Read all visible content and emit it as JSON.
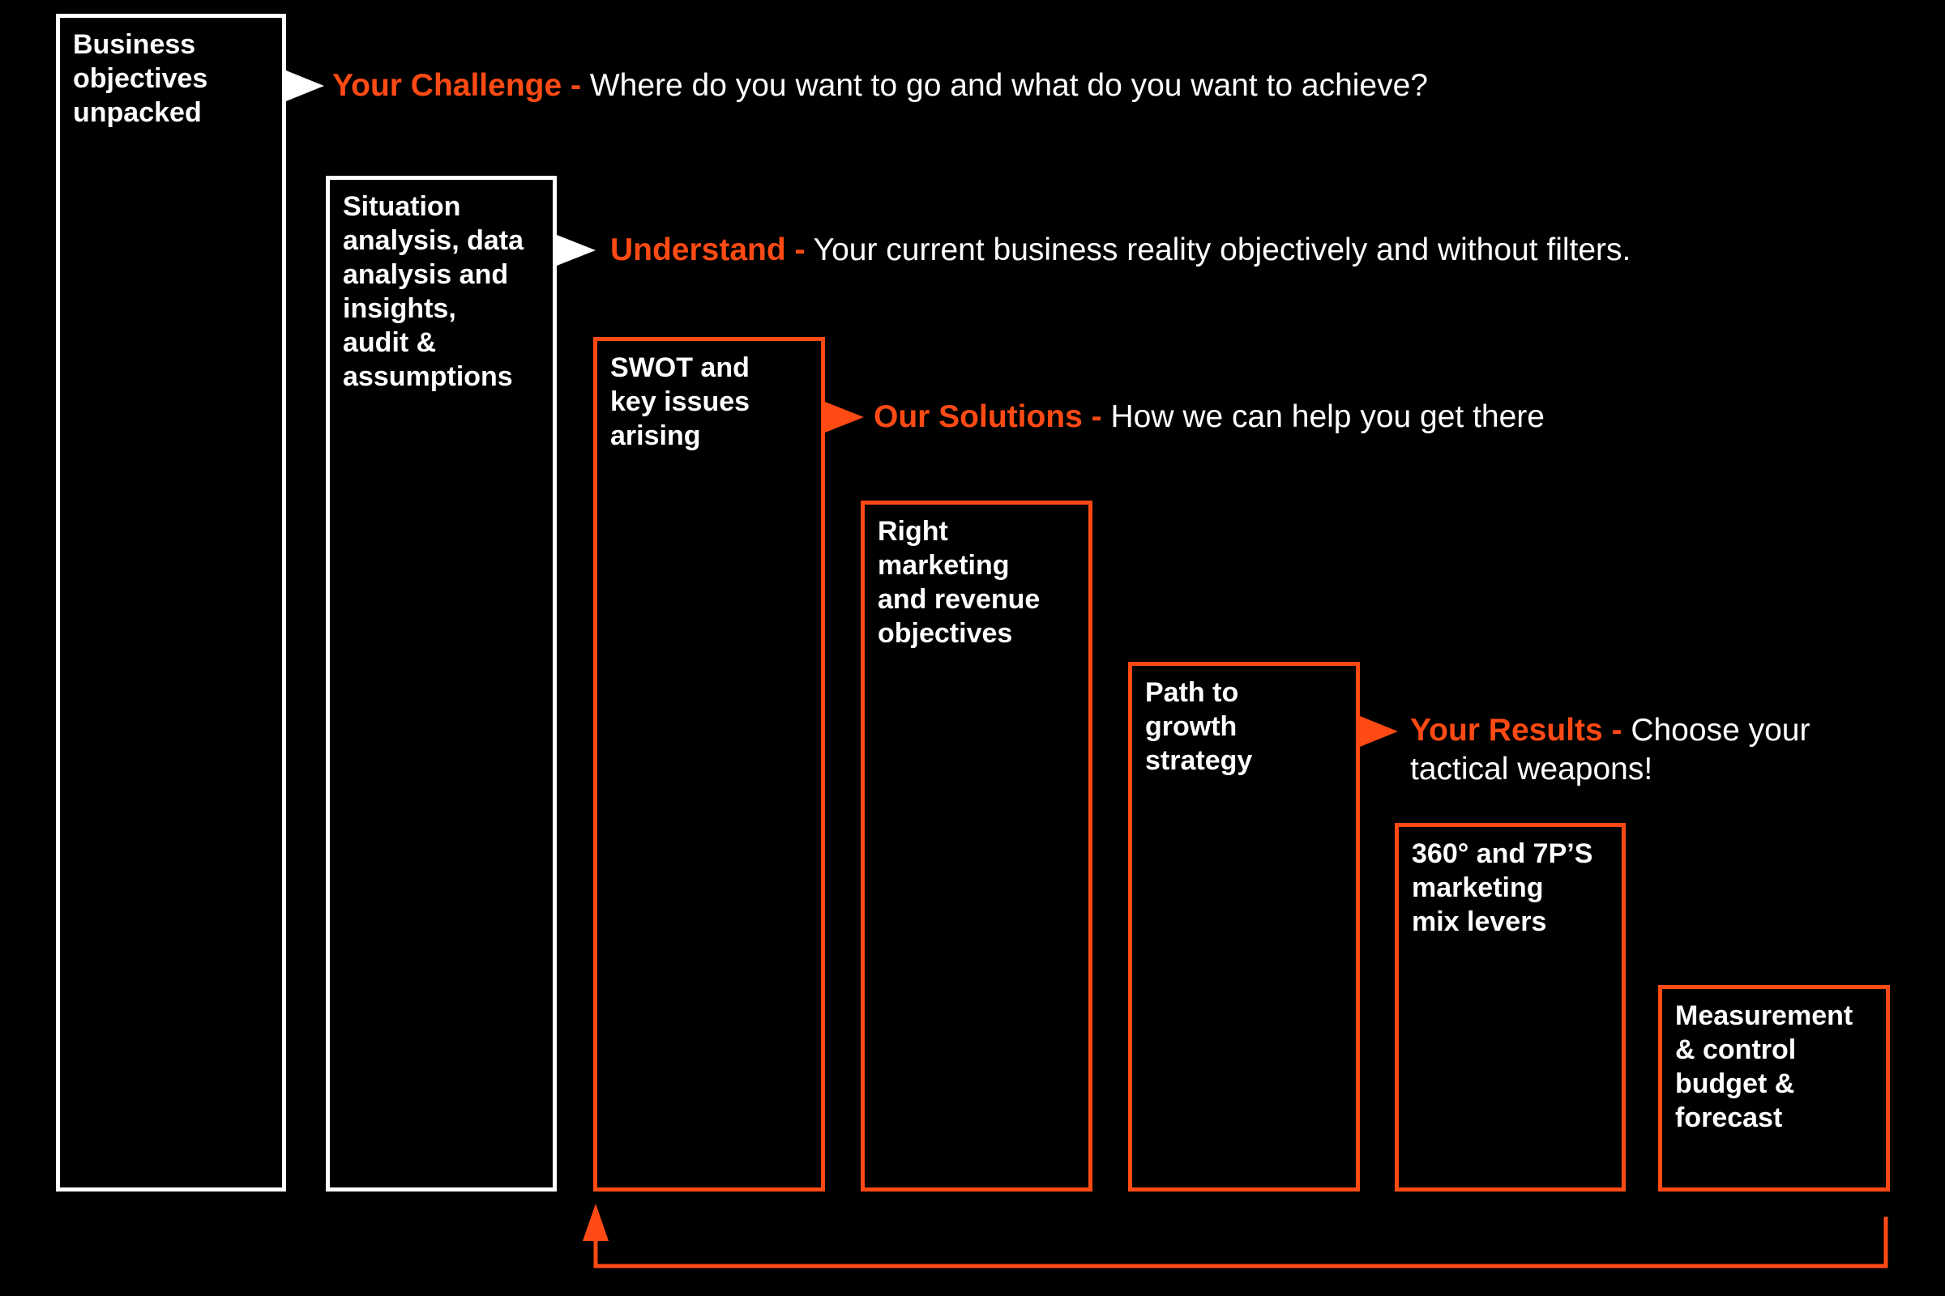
{
  "colors": {
    "background": "#000000",
    "primary_border": "#ffffff",
    "accent": "#ff4a14",
    "text": "#ffffff"
  },
  "steps": [
    {
      "label": "Business\nobjectives\nunpacked",
      "style": "white"
    },
    {
      "label": "Situation\nanalysis, data\nanalysis and\ninsights,\naudit &\nassumptions",
      "style": "white"
    },
    {
      "label": "SWOT and\nkey issues\narising",
      "style": "orange"
    },
    {
      "label": "Right\nmarketing\nand revenue\nobjectives",
      "style": "orange"
    },
    {
      "label": "Path to\ngrowth\nstrategy",
      "style": "orange"
    },
    {
      "label": "360° and 7P’S\nmarketing\nmix levers",
      "style": "orange"
    },
    {
      "label": "Measurement\n& control\nbudget &\nforecast",
      "style": "orange"
    }
  ],
  "callouts": [
    {
      "title": "Your Challenge -",
      "text": "Where do you want to go and what do you want to achieve?",
      "arrow_icon": "white-arrow-right-icon"
    },
    {
      "title": "Understand -",
      "text": "Your current business reality objectively and without filters.",
      "arrow_icon": "white-arrow-right-icon"
    },
    {
      "title": "Our Solutions -",
      "text": "How we can help you get there",
      "arrow_icon": "orange-arrow-right-icon"
    },
    {
      "title": "Your Results -",
      "text": "Choose your tactical weapons!",
      "arrow_icon": "orange-arrow-right-icon"
    }
  ],
  "feedback_loop": {
    "icon": "feedback-loop-arrow-icon"
  }
}
